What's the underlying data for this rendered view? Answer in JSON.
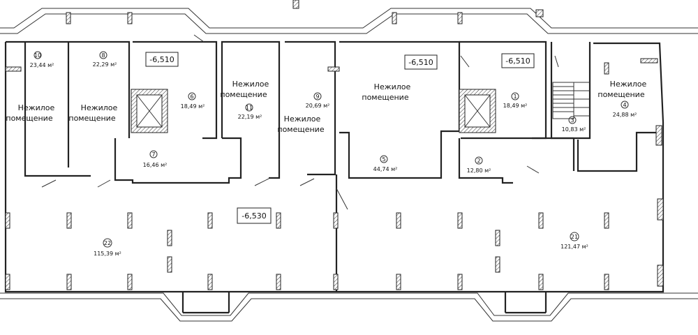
{
  "labels": {
    "non_residential": [
      "Нежилое",
      "помещение"
    ]
  },
  "levels": [
    "-6,510",
    "-6,510",
    "-6,510",
    "-6,530"
  ],
  "rooms": [
    {
      "num": "10",
      "area": "23,44 м²"
    },
    {
      "num": "8",
      "area": "22,29 м²"
    },
    {
      "num": "6",
      "area": "18,49 м²"
    },
    {
      "num": "11",
      "area": "22,19 м²"
    },
    {
      "num": "9",
      "area": "20,69 м²"
    },
    {
      "num": "1",
      "area": "18,49 м²"
    },
    {
      "num": "4",
      "area": "24,88 м²"
    },
    {
      "num": "7",
      "area": "16,46 м²"
    },
    {
      "num": "5",
      "area": "44,74 м²"
    },
    {
      "num": "2",
      "area": "12,80 м²"
    },
    {
      "num": "3",
      "area": "10,83 м²"
    },
    {
      "num": "22",
      "area": "115,39 м²"
    },
    {
      "num": "21",
      "area": "121,47 м²"
    }
  ]
}
